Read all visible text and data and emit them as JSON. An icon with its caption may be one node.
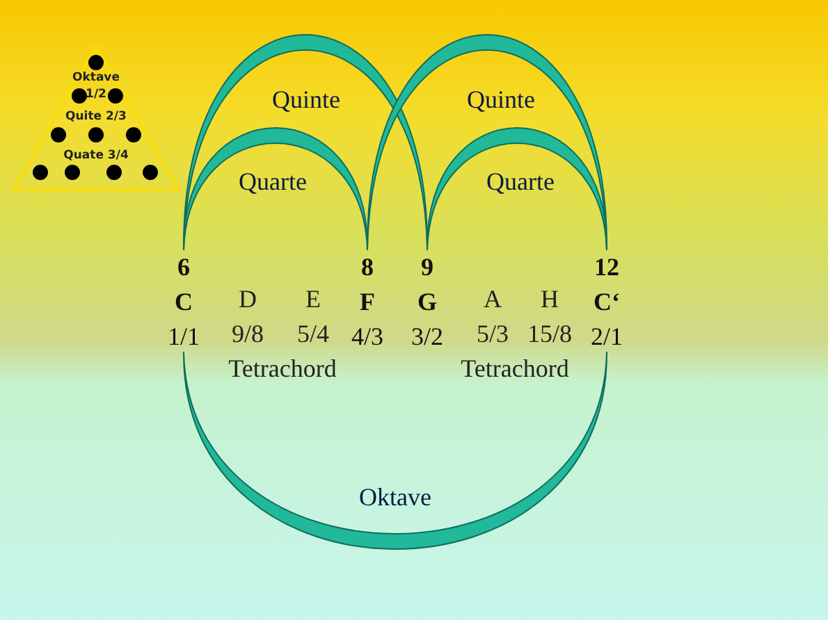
{
  "diagram": {
    "nodes": [
      {
        "text": [
          "6",
          "C",
          "1/1"
        ]
      },
      {
        "text": [
          "8",
          "F",
          "4/3"
        ]
      },
      {
        "text": [
          "9",
          "G",
          "3/2"
        ]
      },
      {
        "text": [
          "12",
          "C‘",
          "2/1"
        ]
      }
    ],
    "edges": [
      {
        "from": 0,
        "to": 2,
        "arrow": "none",
        "label": "Quinte"
      },
      {
        "from": 1,
        "to": 3,
        "arrow": "none",
        "label": "Quinte"
      },
      {
        "from": 0,
        "to": 1,
        "arrow": "none",
        "label": "Quarte"
      },
      {
        "from": 2,
        "to": 3,
        "arrow": "none",
        "label": "Quarte"
      },
      {
        "from": 0,
        "to": 3,
        "arrow": "none",
        "label": "Oktave"
      }
    ],
    "labels": [
      "Oktave 1/2",
      "Quite 2/3",
      "Quate 3/4",
      "D",
      "E",
      "A",
      "H",
      "9/8",
      "5/4",
      "5/3",
      "15/8",
      "Tetrachord",
      "Tetrachord"
    ]
  }
}
